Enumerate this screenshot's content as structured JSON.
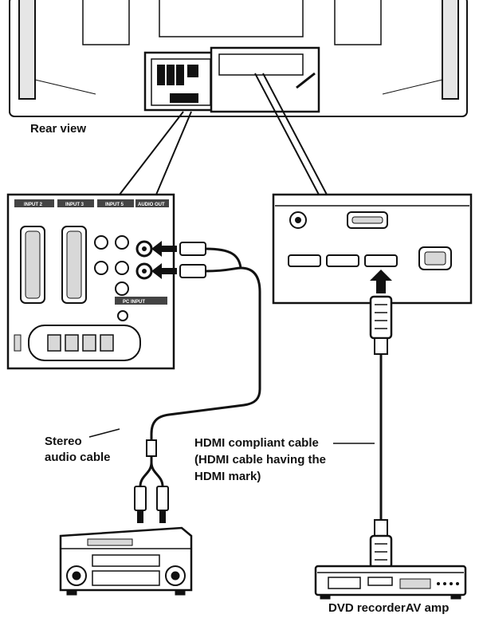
{
  "labels": {
    "rear_view": "Rear view",
    "stereo_audio_cable_line1": "Stereo",
    "stereo_audio_cable_line2": "audio cable",
    "hdmi_cable_line1": "HDMI compliant cable",
    "hdmi_cable_line2": "(HDMI cable having the",
    "hdmi_cable_line3": "HDMI mark)",
    "device_caption": "DVD recorderAV amp"
  },
  "panel_text": {
    "input2": "INPUT 2",
    "input3": "INPUT 3",
    "input5": "INPUT 5",
    "audio_out": "AUDIO OUT",
    "pc_input": "PC INPUT"
  },
  "colors": {
    "line": "#111111",
    "panel_fill": "#ffffff",
    "panel_header": "#444444",
    "connector_fill": "#d8d8d8"
  }
}
